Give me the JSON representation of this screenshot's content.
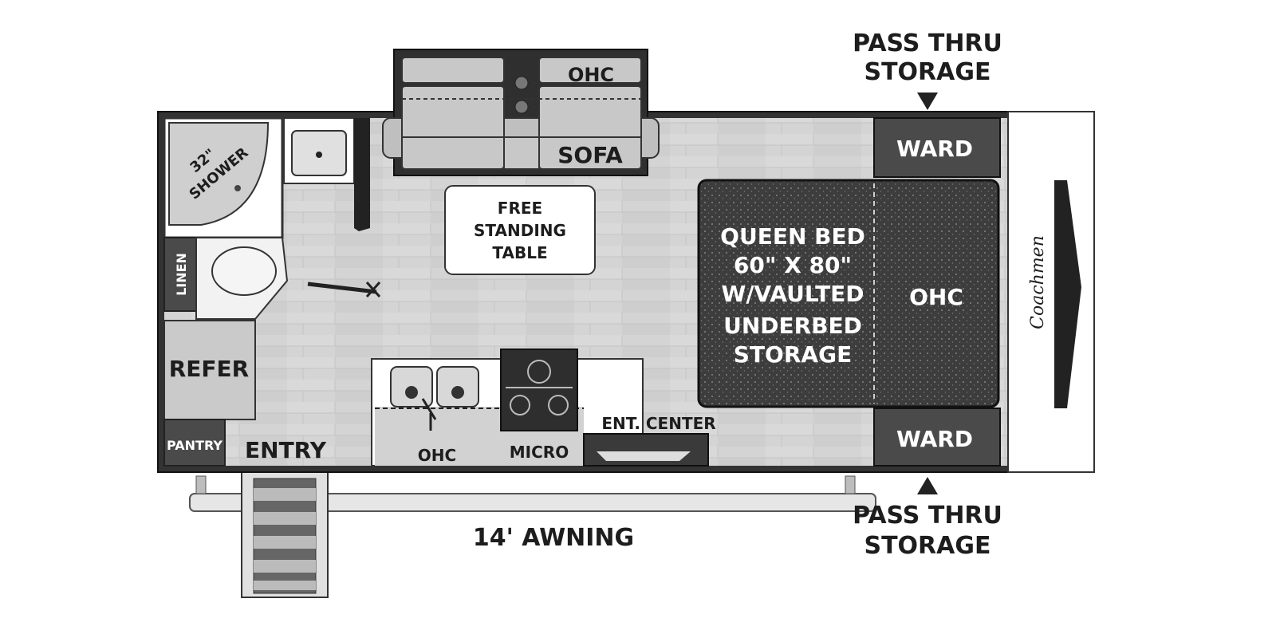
{
  "labels": {
    "pass_thru_top_1": "PASS THRU",
    "pass_thru_top_2": "STORAGE",
    "pass_thru_bottom_1": "PASS THRU",
    "pass_thru_bottom_2": "STORAGE",
    "ward_top": "WARD",
    "ward_bottom": "WARD",
    "ohc_slide": "OHC",
    "sofa": "SOFA",
    "shower_1": "32\"",
    "shower_2": "SHOWER",
    "linen": "LINEN",
    "table_1": "FREE",
    "table_2": "STANDING",
    "table_3": "TABLE",
    "refer": "REFER",
    "pantry": "PANTRY",
    "entry": "ENTRY",
    "ohc_kitchen": "OHC",
    "micro": "MICRO",
    "ent_center": "ENT. CENTER",
    "bed_1": "QUEEN BED",
    "bed_2": "60\" X 80\"",
    "bed_3": "W/VAULTED",
    "bed_4": "UNDERBED",
    "bed_5": "STORAGE",
    "ohc_bed": "OHC",
    "brand": "Coachmen",
    "awning": "14' AWNING"
  },
  "colors": {
    "outline": "#1a1a1a",
    "floor": "#d6d6d6",
    "cabinet": "#cfcfcf",
    "dark_storage": "#4a4a4a",
    "bed": "#3d3d3d",
    "white": "#ffffff"
  },
  "icons": [
    "pass-thru-arrow-icon",
    "brand-logo-icon",
    "faucet-icon",
    "burner-icon",
    "sink-drain-icon"
  ]
}
